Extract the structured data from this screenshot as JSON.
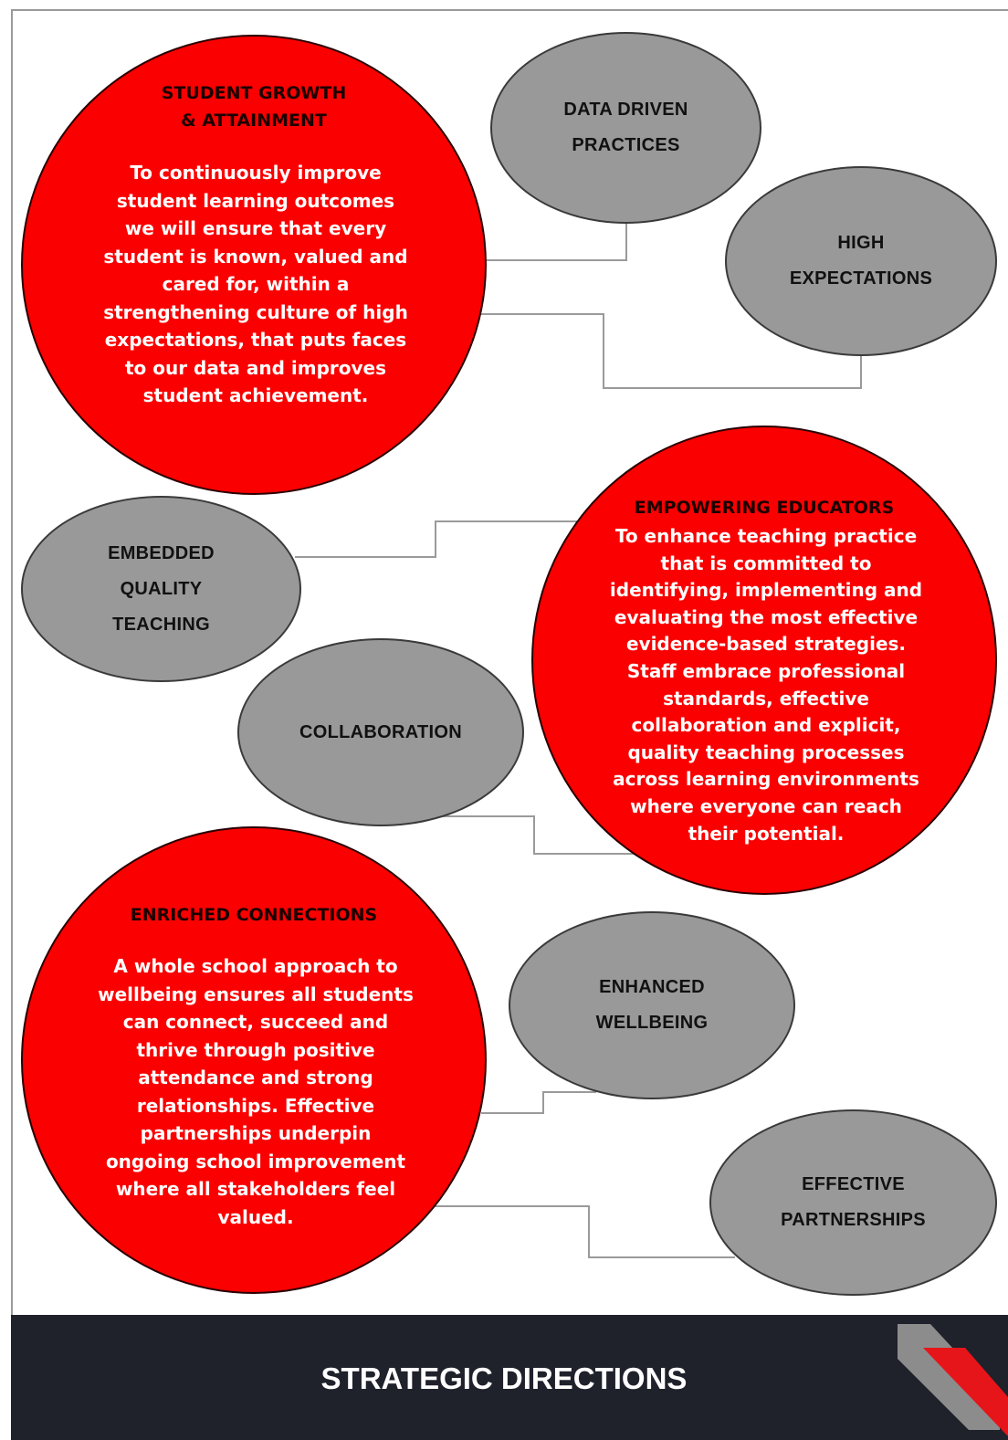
{
  "focus_areas": {
    "student_growth": {
      "title": "STUDENT GROWTH & ATTAINMENT",
      "body": "To continuously improve student learning outcomes we will ensure that every student is known, valued and cared for, within a strengthening culture of high expectations, that puts faces to our data and improves student achievement."
    },
    "empowering_educators": {
      "title": "EMPOWERING EDUCATORS",
      "body": "To enhance teaching practice that is committed to identifying, implementing and evaluating the most effective evidence-based strategies. Staff embrace professional standards, effective collaboration and explicit, quality teaching processes across learning environments where everyone can reach their potential."
    },
    "enriched_connections": {
      "title": "ENRICHED CONNECTIONS",
      "body": "A whole school approach to wellbeing ensures all students can connect, succeed and thrive through positive attendance and strong relationships. Effective partnerships underpin ongoing school improvement where all stakeholders feel valued."
    }
  },
  "pillars": {
    "data_driven": "DATA DRIVEN PRACTICES",
    "high_expectations": "HIGH EXPECTATIONS",
    "embedded_quality_teaching": "EMBEDDED QUALITY TEACHING",
    "collaboration": "COLLABORATION",
    "enhanced_wellbeing": "ENHANCED WELLBEING",
    "effective_partnerships": "EFFECTIVE PARTNERSHIPS"
  },
  "footer": {
    "title": "STRATEGIC DIRECTIONS"
  },
  "colors": {
    "focus_fill": "#fa0000",
    "pillar_fill": "#999999",
    "footer_bg": "#1f212b",
    "connector": "#9a9a9a"
  }
}
